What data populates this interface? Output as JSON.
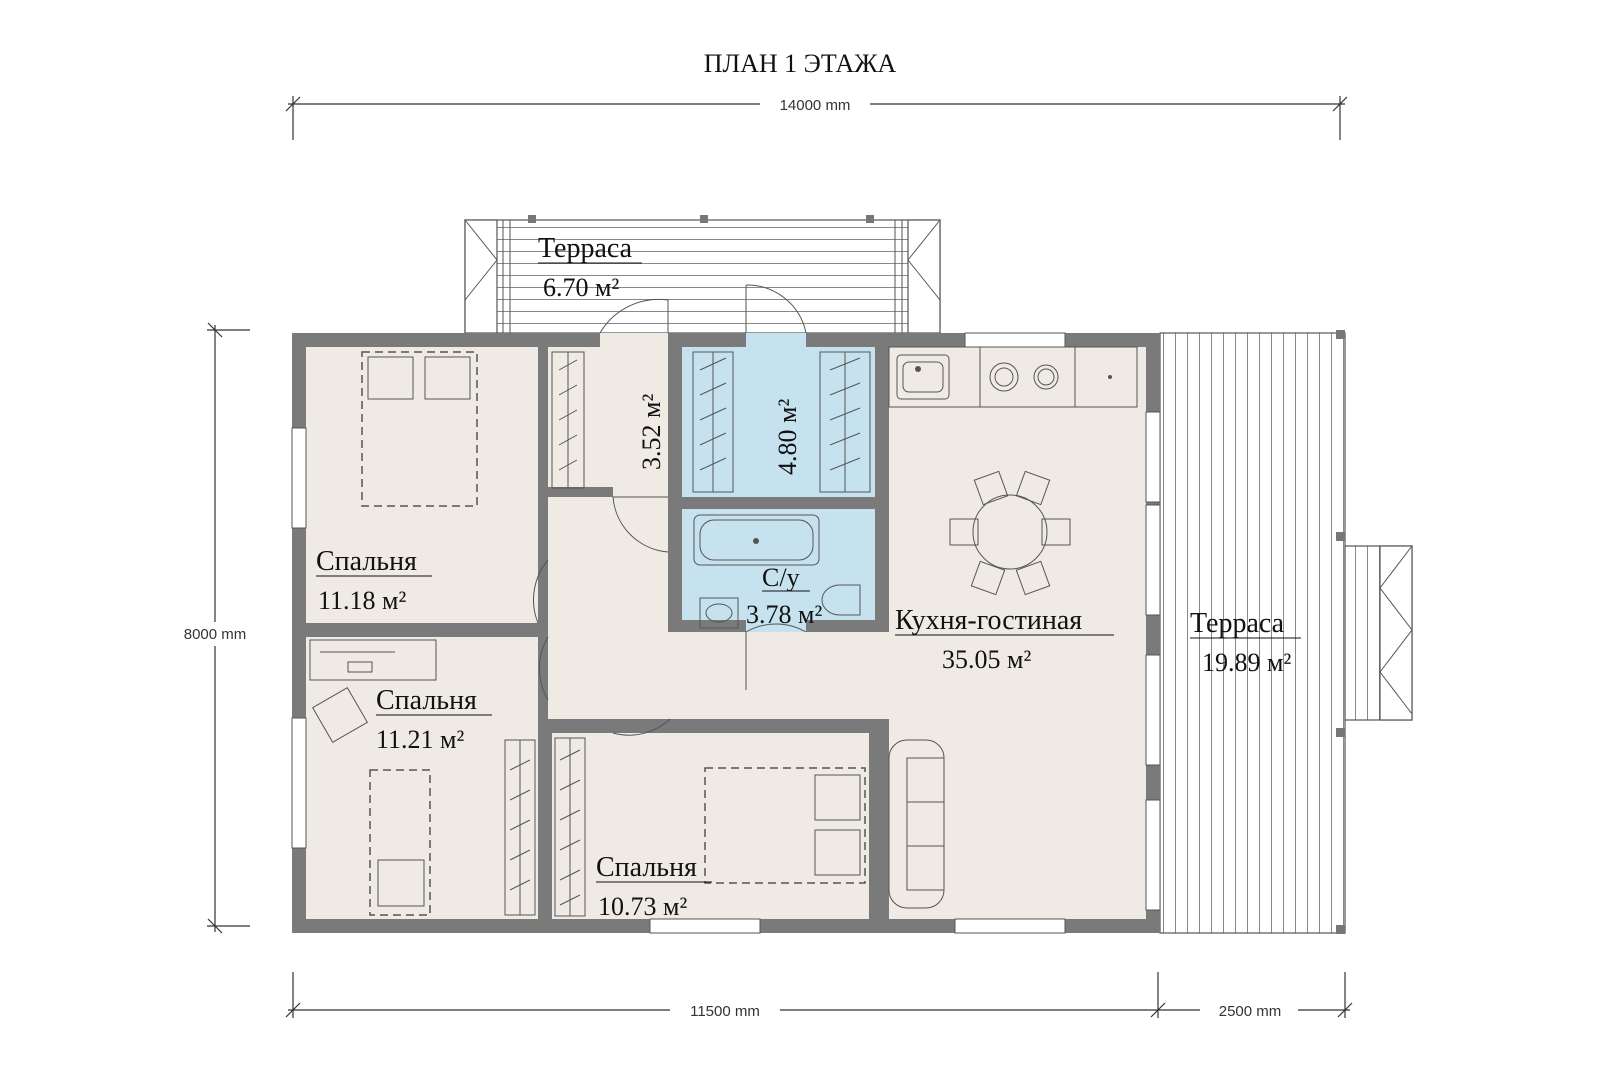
{
  "title": "ПЛАН 1 ЭТАЖА",
  "dimensions": {
    "total_width": "14000 mm",
    "height": "8000 mm",
    "house_width": "11500 mm",
    "terrace_width": "2500 mm"
  },
  "rooms": {
    "terrace_top": {
      "name": "Терраса",
      "area": "6.70 м²"
    },
    "bedroom_1": {
      "name": "Спальня",
      "area": "11.18 м²"
    },
    "closet": {
      "area": "3.52 м²"
    },
    "sauna": {
      "area": "4.80 м²"
    },
    "bathroom": {
      "name": "С/у",
      "area": "3.78 м²"
    },
    "bedroom_2": {
      "name": "Спальня",
      "area": "11.21 м²"
    },
    "bedroom_3": {
      "name": "Спальня",
      "area": "10.73 м²"
    },
    "kitchen": {
      "name": "Кухня-гостиная",
      "area": "35.05 м²"
    },
    "terrace_right": {
      "name": "Терраса",
      "area": "19.89 м²"
    }
  },
  "colors": {
    "wall": "#7a7a7a",
    "floor": "#efebe4",
    "wet_zone": "#c7e2ef",
    "terrace": "#ffffff"
  }
}
